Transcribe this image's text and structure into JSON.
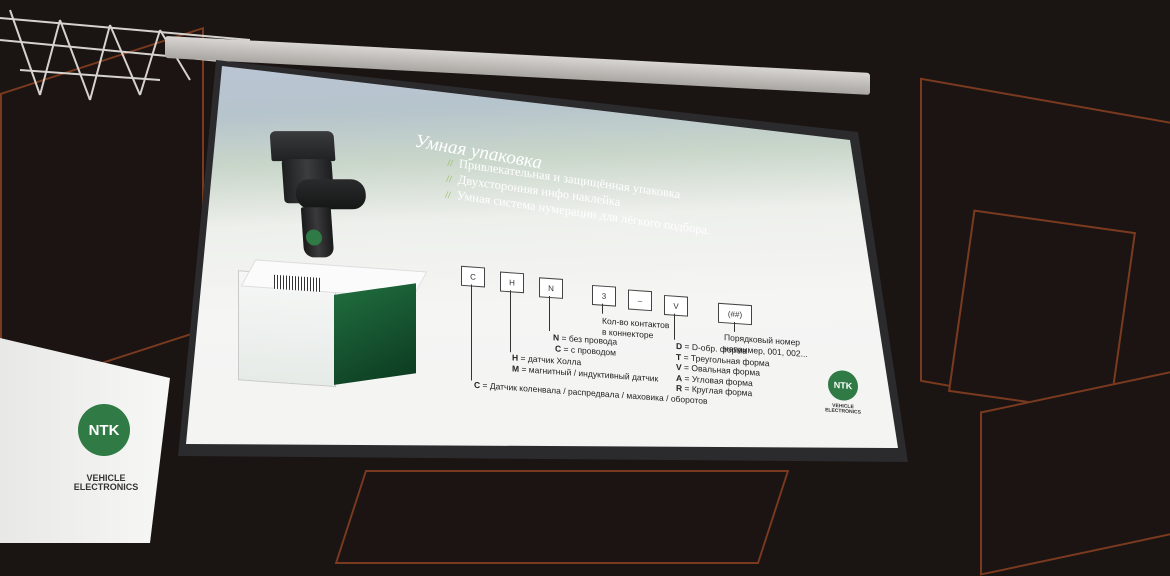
{
  "slide": {
    "title": "Умная упаковка",
    "bullets": [
      "Привлекательная и защищённая упаковка",
      "Двухсторонняя инфо наклейка",
      "Умная система нумерации для лёгкого подбора."
    ]
  },
  "code_boxes": [
    "C",
    "H",
    "N",
    "3",
    "–",
    "V",
    "(##)"
  ],
  "annotations": {
    "contacts": [
      "Кол-во контактов",
      "в коннекторе"
    ],
    "serial": [
      "Порядковый номер",
      "например, 001, 002..."
    ],
    "n_codes": [
      {
        "code": "N",
        "text": "= без провода"
      },
      {
        "code": "C",
        "text": "= с проводом"
      }
    ],
    "h_codes": [
      {
        "code": "H",
        "text": "= датчик Холла"
      },
      {
        "code": "M",
        "text": "= магнитный / индуктивный датчик"
      }
    ],
    "c_codes": [
      {
        "code": "C",
        "text": "= Датчик коленвала / распредвала / маховика / оборотов"
      }
    ],
    "shape_codes": [
      {
        "code": "D",
        "text": "= D-обр. форма"
      },
      {
        "code": "T",
        "text": "= Треугольная форма"
      },
      {
        "code": "V",
        "text": "= Овальная форма"
      },
      {
        "code": "A",
        "text": "= Угловая форма"
      },
      {
        "code": "R",
        "text": "= Круглая форма"
      }
    ]
  },
  "brand": {
    "logo": "NTK",
    "line1": "VEHICLE",
    "line2": "ELECTRONICS"
  },
  "colors": {
    "brand_green": "#2f7a45",
    "slide_bg": "#f4f4f3",
    "room": "#1a1413"
  }
}
